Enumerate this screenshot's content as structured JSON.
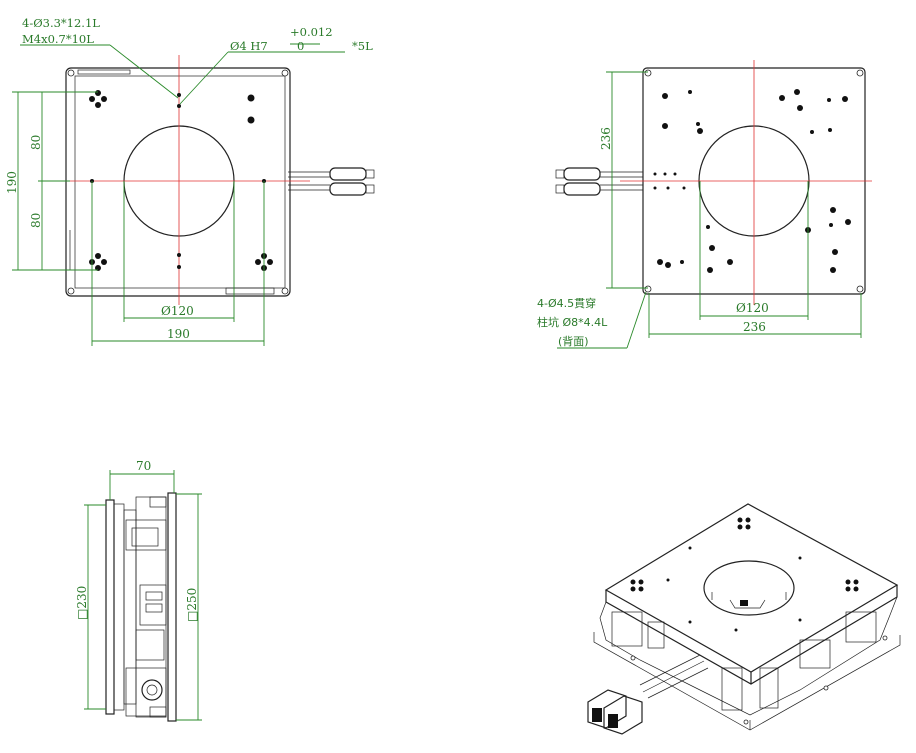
{
  "top_view": {
    "note_tap_line1": "4-Ø3.3*12.1L",
    "note_tap_line2": "M4x0.7*10L",
    "note_pin": "Ø4 H7",
    "tol_upper": "+0.012",
    "tol_lower": "0",
    "pin_depth": "*5L",
    "dim_80_upper": "80",
    "dim_80_lower": "80",
    "dim_190_vertical": "190",
    "dim_bore": "Ø120",
    "dim_190_horizontal": "190"
  },
  "bottom_view": {
    "dim_236_vertical": "236",
    "note_line1": "4-Ø4.5貫穿",
    "note_line2": "柱坑 Ø8*4.4L",
    "note_line3": "(背面)",
    "dim_bore": "Ø120",
    "dim_236_horizontal": "236"
  },
  "side_view": {
    "dim_70": "70",
    "dim_230": "□230",
    "dim_250": "□250"
  },
  "colors": {
    "dimension": "#2a7a2a",
    "outline": "#222222",
    "centerline": "#e03030"
  }
}
